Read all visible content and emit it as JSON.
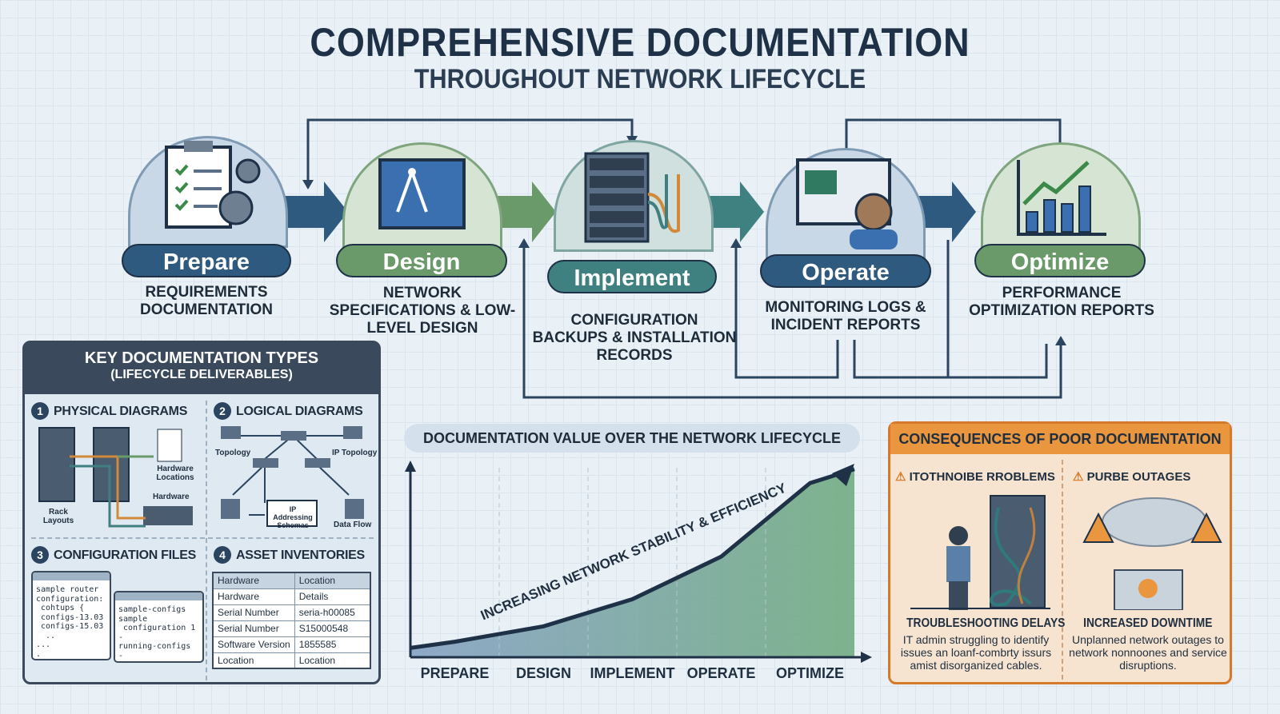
{
  "title": "COMPREHENSIVE DOCUMENTATION",
  "subtitle": "THROUGHOUT NETWORK LIFECYCLE",
  "stages": [
    {
      "label": "Prepare",
      "desc": "REQUIREMENTS DOCUMENTATION",
      "color": "#2f5a80"
    },
    {
      "label": "Design",
      "desc": "NETWORK SPECIFICATIONS & LOW-LEVEL DESIGN",
      "color": "#6a9a6a"
    },
    {
      "label": "Implement",
      "desc": "CONFIGURATION BACKUPS & INSTALLATION RECORDS",
      "color": "#3f8080"
    },
    {
      "label": "Operate",
      "desc": "MONITORING LOGS & INCIDENT REPORTS",
      "color": "#2f5a80"
    },
    {
      "label": "Optimize",
      "desc": "PERFORMANCE OPTIMIZATION REPORTS",
      "color": "#6a9a6a"
    }
  ],
  "types": {
    "heading": "KEY DOCUMENTATION TYPES",
    "subheading": "(LIFECYCLE DELIVERABLES)",
    "physical": {
      "num": "1",
      "title": "PHYSICAL DIAGRAMS",
      "labels": [
        "Hardware Locations",
        "Hardware",
        "Rack Layouts"
      ]
    },
    "logical": {
      "num": "2",
      "title": "LOGICAL DIAGRAMS",
      "labels": [
        "Topology",
        "IP Topology",
        "IP Addressing Schemas",
        "Data Flow"
      ]
    },
    "config": {
      "num": "3",
      "title": "CONFIGURATION FILES",
      "file1": "sample router\nconfiguration:\n cohtups {\n configs-13.03\n configs-15.03\n  ..\n...\n.",
      "file2": "sample-configs\nsample\n configuration 1\n-\nrunning-configs\n-"
    },
    "assets": {
      "num": "4",
      "title": "ASSET INVENTORIES",
      "rows": [
        [
          "Hardware",
          "Location"
        ],
        [
          "Hardware",
          "Details"
        ],
        [
          "Serial Number",
          "seria-h00085"
        ],
        [
          "Serial Number",
          "S15000548"
        ],
        [
          "Software Version",
          "1855585"
        ],
        [
          "Location",
          "Location"
        ]
      ]
    }
  },
  "chart_data": {
    "type": "area",
    "title": "DOCUMENTATION VALUE OVER THE NETWORK LIFECYCLE",
    "categories": [
      "PREPARE",
      "DESIGN",
      "IMPLEMENT",
      "OPERATE",
      "OPTIMIZE"
    ],
    "values": [
      0.08,
      0.16,
      0.3,
      0.52,
      0.9
    ],
    "annotation": "INCREASING NETWORK STABILITY & EFFICIENCY",
    "ylim": [
      0,
      1
    ]
  },
  "consequences": {
    "heading": "CONSEQUENCES OF POOR DOCUMENTATION",
    "items": [
      {
        "tag": "ITOTHNOIBE RROBLEMS",
        "title": "TROUBLESHOOTING DELAYS",
        "desc": "IT admin struggling to identify issues an loanf-combrty issurs amist disorganized cables."
      },
      {
        "tag": "PURBE OUTAGES",
        "title": "INCREASED DOWNTIME",
        "desc": "Unplanned network outages to network nonnoones and service disruptions."
      }
    ]
  }
}
